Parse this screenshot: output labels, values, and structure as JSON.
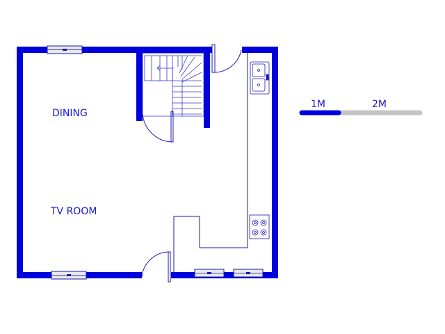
{
  "rooms": {
    "dining": "DINING",
    "tv_room": "TV ROOM"
  },
  "scale_bar": {
    "label_1": "1M",
    "label_2": "2M"
  },
  "colors": {
    "wall": "#0000dd",
    "line": "#1a1ab0",
    "thin": "#3a3acc",
    "window_fill": "#e8e8e8",
    "scale_grey": "#c4c4c4",
    "text": "#1a1ad0"
  }
}
